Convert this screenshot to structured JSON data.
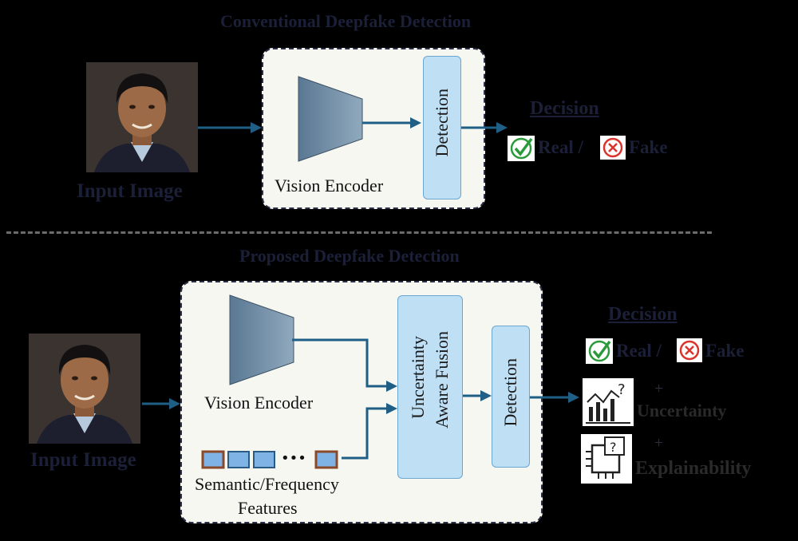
{
  "conventional": {
    "title": "Conventional Deepfake Detection",
    "input_label": "Input  Image",
    "encoder_label": "Vision Encoder",
    "detection_label": "Detection",
    "decision_title": "Decision",
    "real_label": "Real /",
    "fake_label": "Fake"
  },
  "proposed": {
    "title": "Proposed Deepfake Detection",
    "input_label": "Input  Image",
    "encoder_label": "Vision Encoder",
    "features_label_line1": "Semantic/Frequency",
    "features_label_line2": "Features",
    "ellipsis": "•••",
    "fusion_label_line1": "Uncertainty",
    "fusion_label_line2": "Aware Fusion",
    "detection_label": "Detection",
    "decision_title": "Decision",
    "real_label": "Real /",
    "fake_label": "Fake",
    "plus1": "+",
    "uncertainty_label": "Uncertainty",
    "plus2": "+",
    "explainability_label": "Explainability"
  },
  "colors": {
    "background": "#000000",
    "navy_text": "#1b2038",
    "panel_bg": "#f6f7f1",
    "detection_fill": "#bfdff5",
    "arrow": "#1f5f86",
    "feature_blue": "#7fb3e6",
    "feature_brown": "#8a4a2a",
    "check_green": "#2a9a3a",
    "cross_red": "#d9342b"
  },
  "icons": [
    "check-icon",
    "cross-icon",
    "uncertainty-chart-icon",
    "explainability-chip-icon",
    "face-photo"
  ]
}
